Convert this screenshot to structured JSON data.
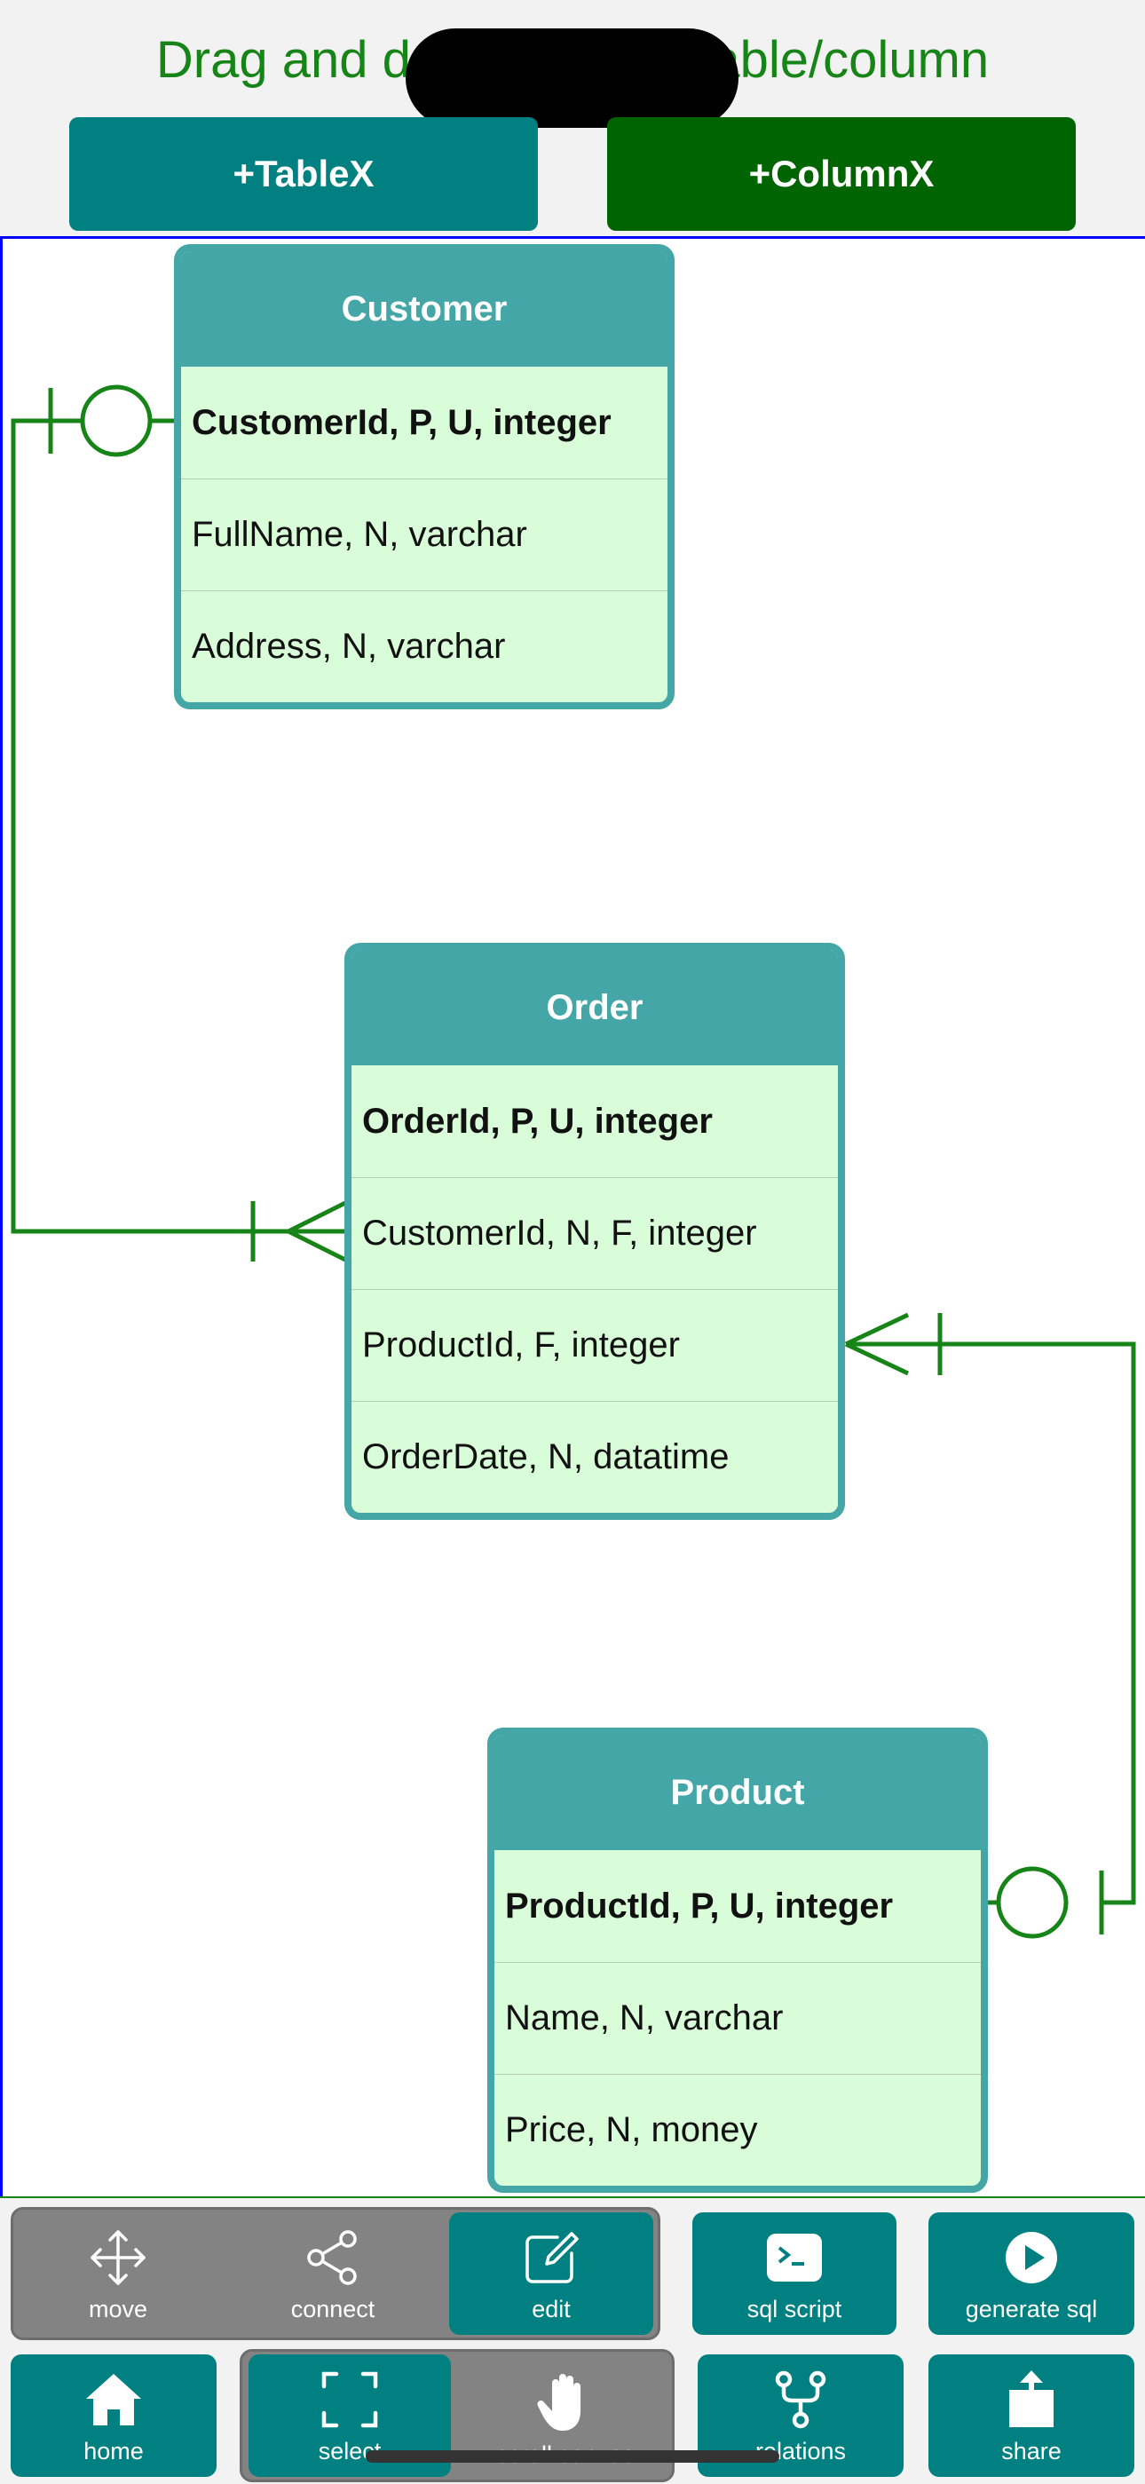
{
  "header": {
    "hint_text": "Drag and drop to move table/column",
    "add_table_label": "+TableX",
    "add_column_label": "+ColumnX",
    "colors": {
      "hint": "#178417",
      "add_table_bg": "#008080",
      "add_column_bg": "#006400"
    }
  },
  "tables": [
    {
      "name": "Customer",
      "columns": [
        {
          "text": "CustomerId, P, U, integer",
          "primary": true
        },
        {
          "text": "FullName, N, varchar",
          "primary": false
        },
        {
          "text": "Address, N, varchar",
          "primary": false
        }
      ]
    },
    {
      "name": "Order",
      "columns": [
        {
          "text": "OrderId, P, U, integer",
          "primary": true
        },
        {
          "text": "CustomerId, N, F, integer",
          "primary": false
        },
        {
          "text": "ProductId, F, integer",
          "primary": false
        },
        {
          "text": "OrderDate, N, datatime",
          "primary": false
        }
      ]
    },
    {
      "name": "Product",
      "columns": [
        {
          "text": "ProductId, P, U, integer",
          "primary": true
        },
        {
          "text": "Name, N, varchar",
          "primary": false
        },
        {
          "text": "Price, N, money",
          "primary": false
        }
      ]
    }
  ],
  "relations": [
    {
      "from": "Customer.CustomerId",
      "to": "Order.CustomerId",
      "from_end": "zero-or-one",
      "to_end": "one-or-many"
    },
    {
      "from": "Product.ProductId",
      "to": "Order.ProductId",
      "from_end": "zero-or-one",
      "to_end": "one-or-many"
    }
  ],
  "toolbar": {
    "move": {
      "label": "move",
      "icon": "move-icon"
    },
    "connect": {
      "label": "connect",
      "icon": "share-nodes-icon"
    },
    "edit": {
      "label": "edit",
      "icon": "edit-icon",
      "selected": true
    },
    "sql_script": {
      "label": "sql script",
      "icon": "terminal-icon"
    },
    "generate_sql": {
      "label": "generate sql",
      "icon": "play-circle-icon"
    },
    "home": {
      "label": "home",
      "icon": "house-icon"
    },
    "select": {
      "label": "select",
      "icon": "select-icon",
      "selected": true
    },
    "scroll_canvas": {
      "label": "scroll canvas",
      "icon": "hand-icon"
    },
    "relations": {
      "label": "relations",
      "icon": "fork-icon"
    },
    "share": {
      "label": "share",
      "icon": "share-icon"
    }
  },
  "colors": {
    "table_header": "#44a6a6",
    "table_body": "#d8fdd8",
    "relation_line": "#178417",
    "canvas_border": "#0000ff",
    "tool_button": "#008080",
    "tool_group": "#838383"
  }
}
